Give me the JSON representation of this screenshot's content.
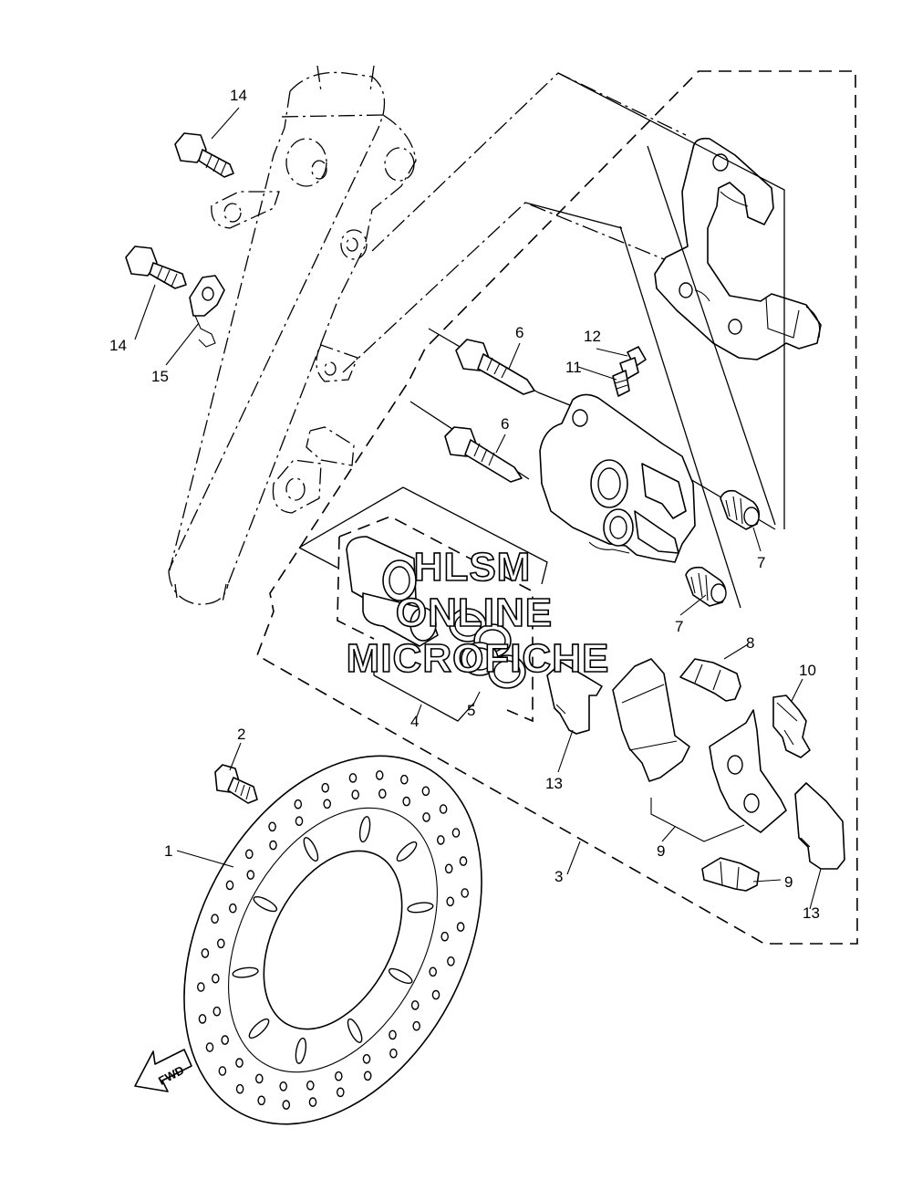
{
  "diagram": {
    "callouts": [
      {
        "id": "c1",
        "label": "1"
      },
      {
        "id": "c2",
        "label": "2"
      },
      {
        "id": "c3",
        "label": "3"
      },
      {
        "id": "c4",
        "label": "4"
      },
      {
        "id": "c5",
        "label": "5"
      },
      {
        "id": "c6a",
        "label": "6"
      },
      {
        "id": "c6b",
        "label": "6"
      },
      {
        "id": "c7a",
        "label": "7"
      },
      {
        "id": "c7b",
        "label": "7"
      },
      {
        "id": "c8",
        "label": "8"
      },
      {
        "id": "c9a",
        "label": "9"
      },
      {
        "id": "c9b",
        "label": "9"
      },
      {
        "id": "c10",
        "label": "10"
      },
      {
        "id": "c11",
        "label": "11"
      },
      {
        "id": "c12",
        "label": "12"
      },
      {
        "id": "c13a",
        "label": "13"
      },
      {
        "id": "c13b",
        "label": "13"
      },
      {
        "id": "c14a",
        "label": "14"
      },
      {
        "id": "c14b",
        "label": "14"
      },
      {
        "id": "c15",
        "label": "15"
      }
    ],
    "direction_label": "FWD",
    "watermark": [
      "HLSM",
      "ONLINE",
      "MICROFICHE"
    ]
  }
}
